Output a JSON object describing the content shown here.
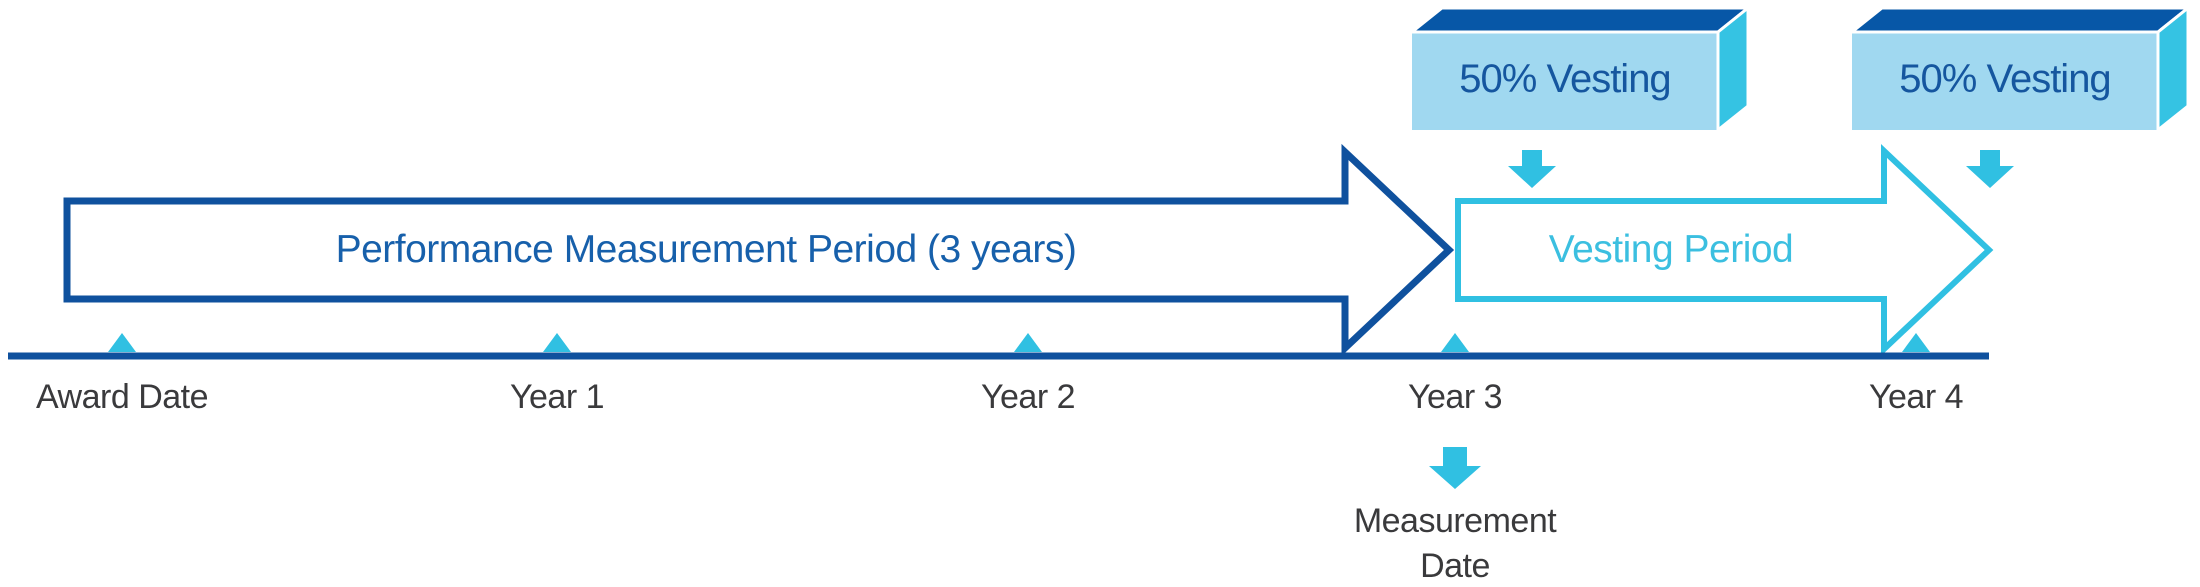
{
  "diagram": {
    "performance_arrow": {
      "label": "Performance Measurement Period (3 years)",
      "color": "#0f519e"
    },
    "vesting_arrow": {
      "label": "Vesting Period",
      "color": "#30c0e2"
    },
    "vesting_boxes": [
      {
        "label": "50% Vesting"
      },
      {
        "label": "50% Vesting"
      }
    ],
    "timeline": {
      "markers": [
        {
          "label": "Award Date"
        },
        {
          "label": "Year 1"
        },
        {
          "label": "Year 2"
        },
        {
          "label": "Year 3"
        },
        {
          "label": "Year 4"
        }
      ],
      "measurement_date": {
        "line1": "Measurement",
        "line2": "Date"
      }
    },
    "colors": {
      "navy": "#0f519e",
      "cyan": "#30c0e2",
      "box_front_light_blue": "#a0d8f0",
      "box_top_blue": "#0757a7",
      "box_side_cyan": "#35c3e3",
      "arrow_text_blue": "#1760ab",
      "vesting_text_cyan": "#3bbfe0",
      "box_text_blue": "#15569f",
      "timeline_text": "#3a3a3c",
      "background": "#ffffff"
    }
  }
}
